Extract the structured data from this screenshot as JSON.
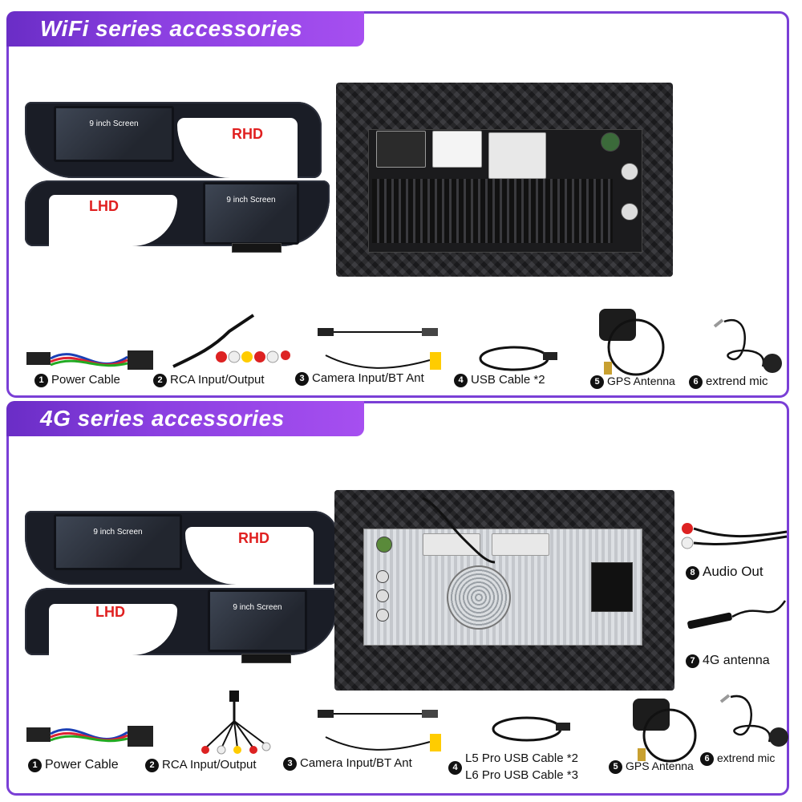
{
  "wifi": {
    "title": "WiFi series accessories",
    "rhd_label": "RHD",
    "lhd_label": "LHD",
    "screen_text_top": "9 inch Screen",
    "screen_text_bottom": "9 inch Screen",
    "items": [
      {
        "num": "1",
        "label": "Power Cable"
      },
      {
        "num": "2",
        "label": "RCA Input/Output"
      },
      {
        "num": "3",
        "label": "Camera Input/BT Ant"
      },
      {
        "num": "4",
        "label": "USB Cable *2"
      },
      {
        "num": "5",
        "label": "GPS Antenna"
      },
      {
        "num": "6",
        "label": "extrend mic"
      }
    ]
  },
  "fourg": {
    "title": "4G series accessories",
    "rhd_label": "RHD",
    "lhd_label": "LHD",
    "screen_text_top": "9 inch Screen",
    "screen_text_bottom": "9 inch Screen",
    "items": [
      {
        "num": "1",
        "label": "Power Cable"
      },
      {
        "num": "2",
        "label": "RCA Input/Output"
      },
      {
        "num": "3",
        "label": "Camera Input/BT Ant"
      },
      {
        "num": "4",
        "label": "L5 Pro USB Cable *2",
        "label2": "L6 Pro USB Cable *3"
      },
      {
        "num": "5",
        "label": "GPS Antenna"
      },
      {
        "num": "6",
        "label": "extrend mic"
      },
      {
        "num": "7",
        "label": "4G antenna"
      },
      {
        "num": "8",
        "label": "Audio Out"
      }
    ]
  },
  "colors": {
    "banner": "#7a3fd6",
    "hand_label": "#e02020"
  }
}
